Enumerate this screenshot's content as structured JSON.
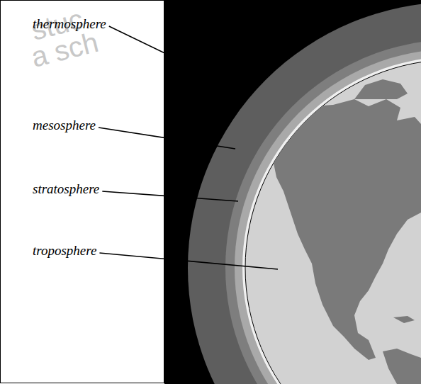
{
  "diagram": {
    "labels": [
      "stuc",
      "a sch",
      "thermosphere",
      "mesosphere",
      "stratosphere",
      "troposphere"
    ]
  }
}
